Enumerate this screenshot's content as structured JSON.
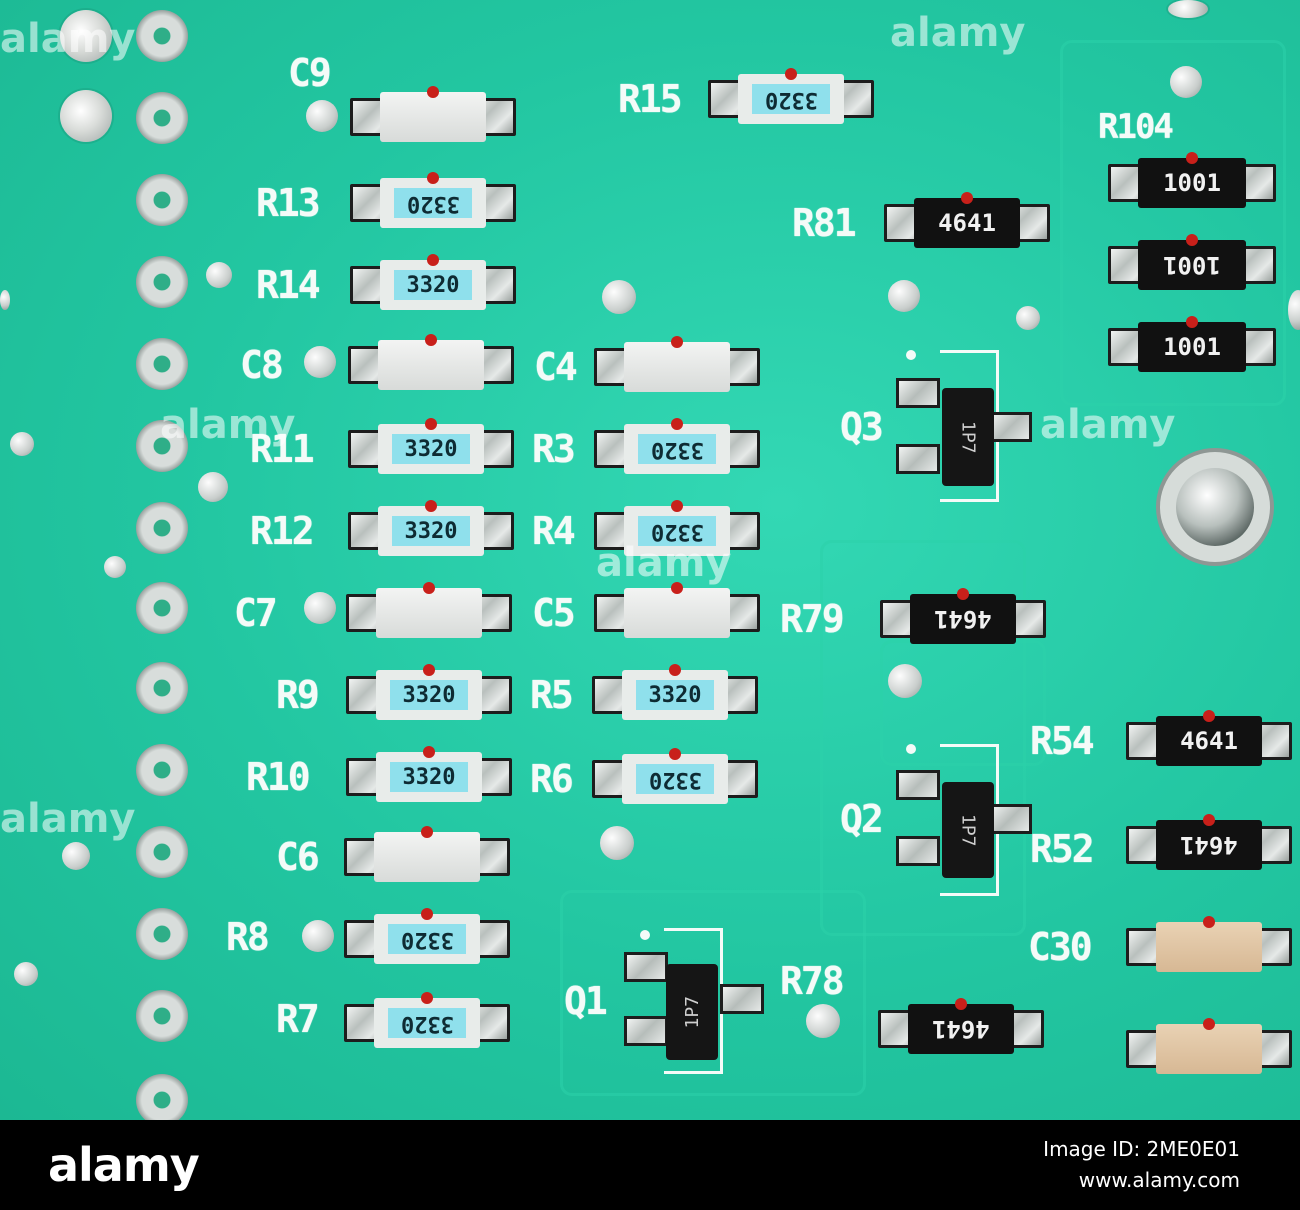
{
  "silkscreen": {
    "C9": "C9",
    "R13": "R13",
    "R14": "R14",
    "C8": "C8",
    "R11": "R11",
    "R12": "R12",
    "C7": "C7",
    "R9": "R9",
    "R10": "R10",
    "C6": "C6",
    "R8": "R8",
    "R7": "R7",
    "R15": "R15",
    "C4": "C4",
    "R3": "R3",
    "R4": "R4",
    "C5": "C5",
    "R5": "R5",
    "R6": "R6",
    "Q1": "Q1",
    "Q2": "Q2",
    "Q3": "Q3",
    "R81": "R81",
    "R79": "R79",
    "R78": "R78",
    "R104": "R104",
    "R54": "R54",
    "R52": "R52",
    "C30": "C30"
  },
  "markings": {
    "r3320": "3320",
    "r4641": "4641",
    "r1001": "1001",
    "transistor": "1P7"
  },
  "colors": {
    "board": "#22c6a1",
    "silkscreen": "#f4fbf8",
    "resistor_blue": "#8fe0ec",
    "resistor_black": "#111111",
    "capacitor_grey": "#e3e6e4",
    "capacitor_tan": "#dcc09c",
    "glue_dot": "#c8201a"
  },
  "watermark": {
    "text": "alamy"
  },
  "footer": {
    "logo": "alamy",
    "image_id_line": "Image ID: 2ME0E01",
    "site_line": "www.alamy.com"
  }
}
